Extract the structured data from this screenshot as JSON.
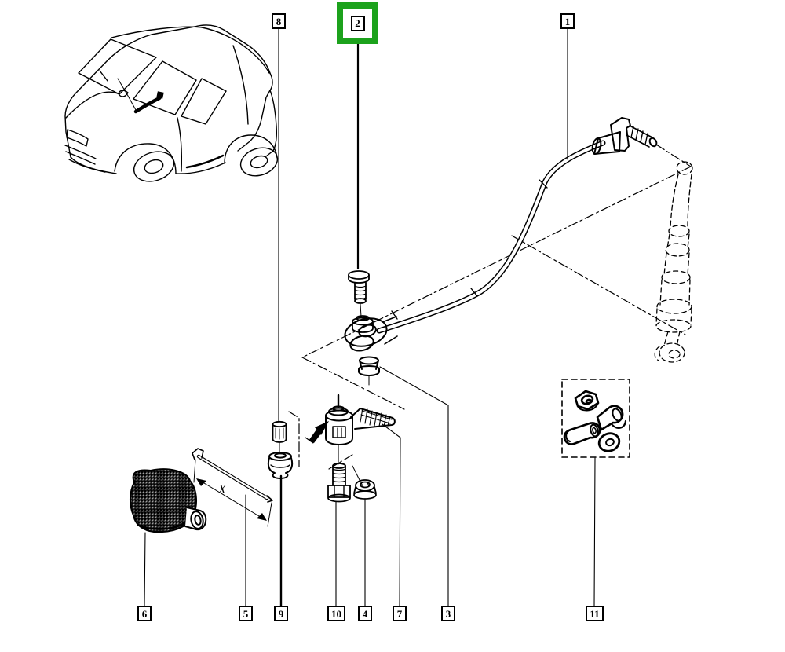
{
  "diagram": {
    "kind": "exploded-parts-diagram",
    "background_color": "#ffffff",
    "line_color": "#000000",
    "highlight_color": "#1ca21c",
    "highlighted_callout": "2"
  },
  "callouts": {
    "n1": "1",
    "n2": "2",
    "n3": "3",
    "n4": "4",
    "n5": "5",
    "n6": "6",
    "n7": "7",
    "n8": "8",
    "n9": "9",
    "n10": "10",
    "n11": "11"
  },
  "dimension": {
    "label": "X"
  },
  "parts": {
    "1": "gear-control-rod",
    "2": "flanged-bolt",
    "3": "tapered-bushing",
    "4": "flanged-nut",
    "5": "link-rod-dimension-x",
    "6": "rubber-boot",
    "7": "lever-ball-pin-assembly",
    "8": "cylindrical-bushing",
    "9": "flanged-grommet",
    "10": "hex-bolt",
    "11": "hardware-kit-dashed-box"
  }
}
